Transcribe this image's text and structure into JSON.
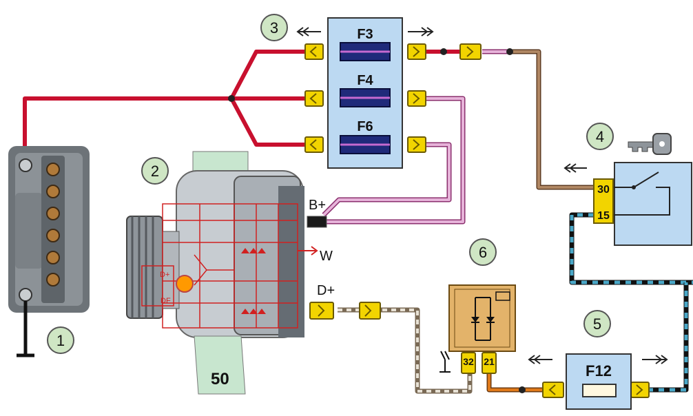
{
  "callouts": [
    "1",
    "2",
    "3",
    "4",
    "5",
    "6"
  ],
  "fuse_block": {
    "fuses": [
      "F3",
      "F4",
      "F6"
    ]
  },
  "fuse_f12": {
    "label": "F12"
  },
  "alternator": {
    "terminal_bplus": "B+",
    "terminal_w": "W",
    "terminal_dplus": "D+",
    "regulator_dplus": "D+",
    "regulator_df": "DF",
    "mount_label": "50"
  },
  "ignition_switch": {
    "pin_top": "30",
    "pin_bottom": "15"
  },
  "relay": {
    "pin_left": "32",
    "pin_right": "21"
  },
  "colors": {
    "red_wire": "#c8102e",
    "pink_wire": "#e6b3d9",
    "brown_wire": "#a07a5a",
    "orange_wire": "#e07a1a",
    "fuse_box": "#bcd9f2",
    "connector": "#f2d400",
    "relay_box": "#e3b36a",
    "callout_bg": "#cfe6c4"
  }
}
